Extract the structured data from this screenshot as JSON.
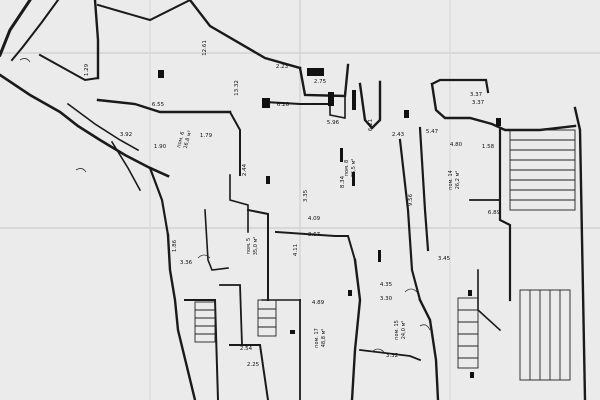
{
  "plan": {
    "dimensions": [
      "6.55",
      "13.32",
      "12.61",
      "2.23",
      "2.75",
      "3.37",
      "6.26",
      "5.96",
      "6.21",
      "2.43",
      "5.47",
      "4.80",
      "1.58",
      "3.92",
      "1.79",
      "1.90",
      "2.44",
      "3.35",
      "8.34",
      "9.56",
      "4.09",
      "3.67",
      "4.11",
      "3.36",
      "3.45",
      "4.35",
      "3.30",
      "4.89",
      "3.32",
      "2.25",
      "2.54",
      "3.37",
      "1.86",
      "1.29",
      "6.89"
    ],
    "rooms": [
      {
        "name": "пом. 8",
        "area": "36,5 м²"
      },
      {
        "name": "пом. 5",
        "area": "35,0 м²"
      },
      {
        "name": "пом. 6",
        "area": "16,8 м²"
      },
      {
        "name": "пом. 14",
        "area": "26,2 м²"
      },
      {
        "name": "пом. 15",
        "area": "24,0 м²"
      },
      {
        "name": "пом. 17",
        "area": "48,8 м²"
      }
    ]
  }
}
